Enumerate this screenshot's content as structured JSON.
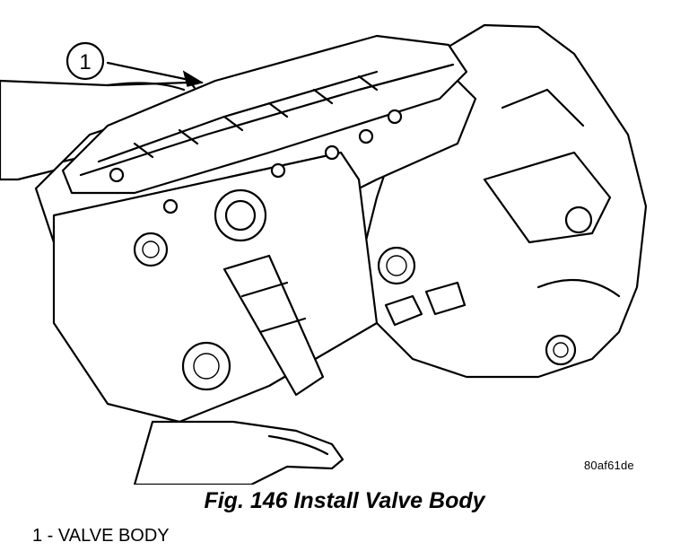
{
  "figure": {
    "callout_number": "1",
    "image_code": "80af61de",
    "caption": "Fig. 146 Install Valve Body",
    "legend": [
      {
        "text": "1 - VALVE BODY"
      }
    ]
  }
}
